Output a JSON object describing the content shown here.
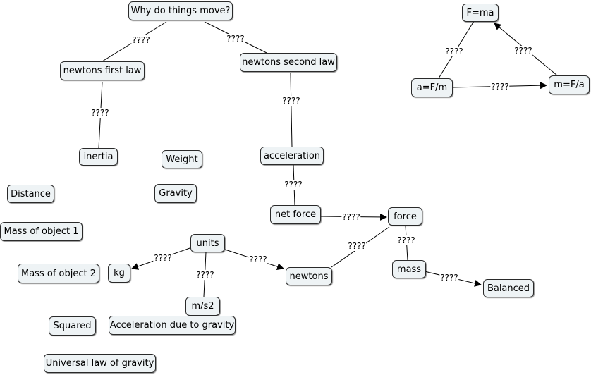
{
  "nodes": {
    "why": "Why do things move?",
    "first_law": "newtons first law",
    "second_law": "newtons second law",
    "inertia": "inertia",
    "weight": "Weight",
    "gravity": "Gravity",
    "distance": "Distance",
    "mass1": "Mass of object 1",
    "mass2": "Mass of object 2",
    "acceleration": "acceleration",
    "net_force": "net force",
    "force": "force",
    "units": "units",
    "kg": "kg",
    "ms2": "m/s2",
    "newtons": "newtons",
    "mass": "mass",
    "balanced": "Balanced",
    "squared": "Squared",
    "accel_gravity": "Acceleration due to gravity",
    "universal": "Universal law of gravity",
    "f_ma": "F=ma",
    "a_fm": "a=F/m",
    "m_fa": "m=F/a"
  },
  "link_label": "????",
  "colors": {
    "node_fill": "#eef3f5",
    "node_border": "#2a2a2a",
    "line": "#000000"
  }
}
